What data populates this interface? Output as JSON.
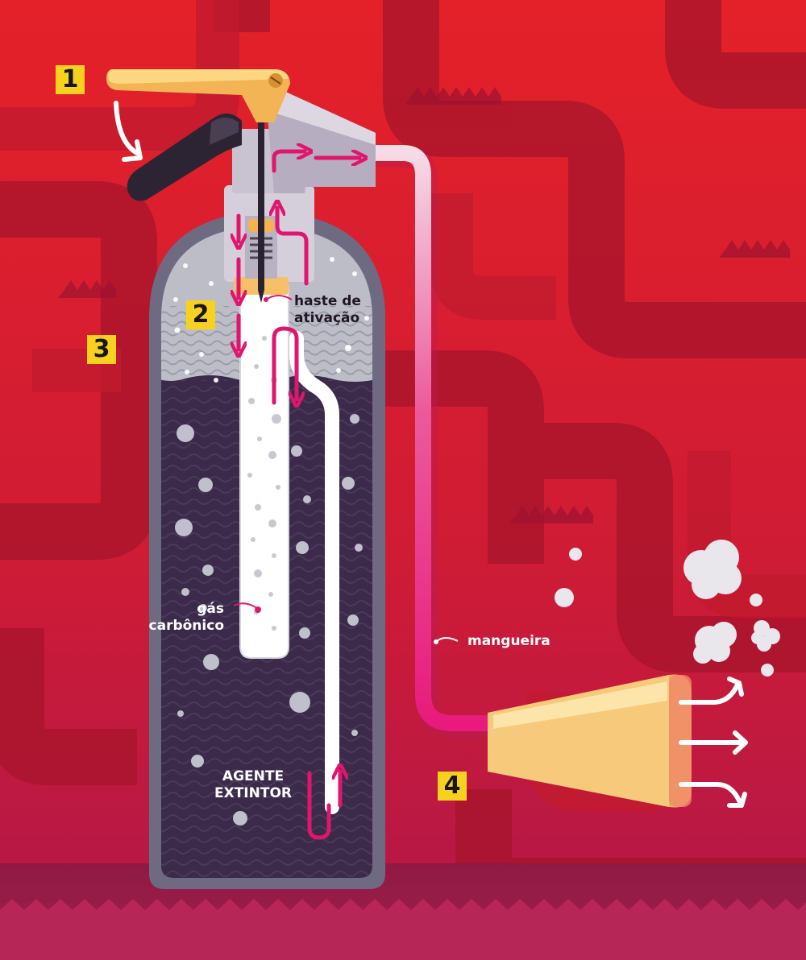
{
  "steps": {
    "s1": "1",
    "s2": "2",
    "s3": "3",
    "s4": "4"
  },
  "labels": {
    "rod": "haste de\nativação",
    "gas": "gás\ncarbônico",
    "agent": "AGENTE\nEXTINTOR",
    "hose": "mangueira"
  },
  "colors": {
    "background": "#d61f2b",
    "background_dark": "#a7142b",
    "cylinder_body": "#3b2a4a",
    "cylinder_rim": "#6e6a82",
    "arrow": "#e0166e",
    "badge": "#f6d21f",
    "nozzle": "#f7c97a"
  }
}
